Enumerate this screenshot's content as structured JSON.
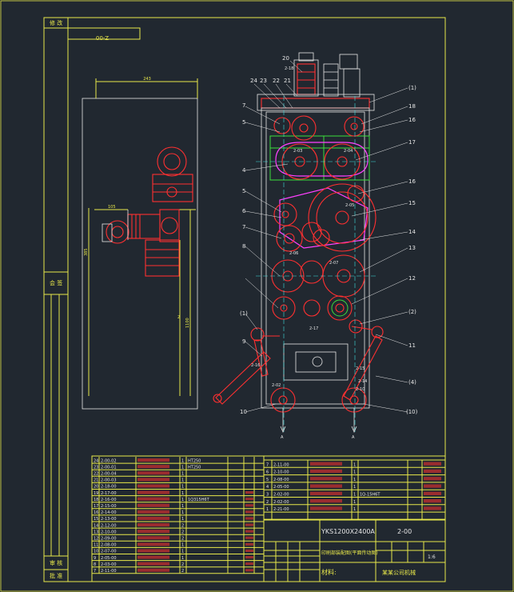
{
  "border": {
    "side_labels": [
      "修 改",
      "会 签",
      "审 核",
      "批 准"
    ]
  },
  "left_view": {
    "dwg_no_rotated": "Z-00",
    "dims": [
      "243",
      "105",
      "385",
      "1100",
      "2"
    ]
  },
  "main_view": {
    "callouts_left": [
      "24",
      "23",
      "22",
      "21",
      "20",
      "7",
      "5",
      "4",
      "5",
      "6",
      "7",
      "8",
      "(1)",
      "9",
      "10"
    ],
    "callouts_right": [
      "(1)",
      "18",
      "16",
      "17",
      "16",
      "15",
      "14",
      "13",
      "12",
      "(2)",
      "11",
      "(4)",
      "(10)"
    ],
    "part_labels": [
      "2-18",
      "2-03",
      "2-04",
      "2-05",
      "2-06",
      "2-07",
      "2-17",
      "2-16",
      "2-15",
      "2-14",
      "2-02",
      "2-10",
      "A",
      "A"
    ]
  },
  "bom_left": {
    "rows": [
      [
        "24",
        "2-00-02",
        "",
        "1",
        "HT250",
        "",
        "",
        ""
      ],
      [
        "23",
        "2-00-01",
        "",
        "1",
        "HT250",
        "",
        "",
        ""
      ],
      [
        "22",
        "2-00-04",
        "",
        "1",
        "",
        "",
        "",
        ""
      ],
      [
        "21",
        "2-00-03",
        "",
        "1",
        "",
        "",
        "",
        ""
      ],
      [
        "20",
        "2-18-00",
        "",
        "1",
        "",
        "",
        "",
        ""
      ],
      [
        "19",
        "2-17-00",
        "",
        "1",
        "",
        "",
        "",
        ""
      ],
      [
        "18",
        "2-16-00",
        "",
        "1",
        "1Q315H6T",
        "",
        "",
        ""
      ],
      [
        "17",
        "2-15-00",
        "",
        "1",
        "",
        "",
        "",
        ""
      ],
      [
        "16",
        "2-14-00",
        "",
        "1",
        "",
        "",
        "",
        ""
      ],
      [
        "15",
        "2-13-00",
        "",
        "1",
        "",
        "",
        "",
        ""
      ],
      [
        "14",
        "2-12-00",
        "",
        "2",
        "",
        "",
        "",
        ""
      ],
      [
        "13",
        "2-10-00",
        "",
        "2",
        "",
        "",
        "",
        ""
      ],
      [
        "12",
        "2-09-00",
        "",
        "2",
        "",
        "",
        "",
        ""
      ],
      [
        "11",
        "2-08-00",
        "",
        "1",
        "",
        "",
        "",
        ""
      ],
      [
        "10",
        "2-07-00",
        "",
        "1",
        "",
        "",
        "",
        ""
      ],
      [
        "9",
        "2-05-00",
        "",
        "1",
        "",
        "",
        "",
        ""
      ],
      [
        "8",
        "2-03-00",
        "",
        "2",
        "",
        "",
        "",
        ""
      ],
      [
        "7",
        "2-11-00",
        "",
        "2",
        "",
        "",
        "",
        ""
      ]
    ]
  },
  "bom_right": {
    "rows": [
      [
        "7",
        "2-11-00",
        "",
        "1",
        "",
        "",
        ""
      ],
      [
        "6",
        "2-10-00",
        "",
        "1",
        "",
        "",
        ""
      ],
      [
        "5",
        "2-08-00",
        "",
        "1",
        "",
        "",
        ""
      ],
      [
        "4",
        "2-05-00",
        "",
        "1",
        "",
        "",
        ""
      ],
      [
        "3",
        "2-02-00",
        "",
        "1",
        "1Q-15H6T",
        "",
        ""
      ],
      [
        "2",
        "2-02-00",
        "",
        "1",
        "",
        "",
        ""
      ],
      [
        "1",
        "2-21-00",
        "",
        "1",
        "",
        "",
        ""
      ]
    ]
  },
  "title_block": {
    "model": "YKS1200X2400A",
    "drawing_no": "2-00",
    "name": "印刷部装配图(平面传动图)",
    "scale": "1:6",
    "material_label": "材料:",
    "company": "某某公司机械"
  },
  "colors": {
    "background": "#212830",
    "frame": "#e8e84a",
    "outline": "#e6e6e6",
    "gear": "#ff3030",
    "housing": "#3cdc3c",
    "belt": "#ff40ff"
  }
}
